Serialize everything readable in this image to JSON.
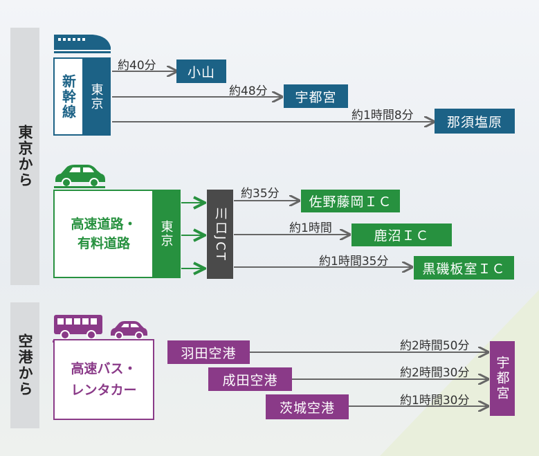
{
  "sections": {
    "tokyo": {
      "label": "東京から"
    },
    "airport": {
      "label": "空港から"
    }
  },
  "shinkansen": {
    "mode_label": "新幹線",
    "origin": "東京",
    "routes": [
      {
        "time": "約40分",
        "destination": "小山"
      },
      {
        "time": "約48分",
        "destination": "宇都宮"
      },
      {
        "time": "約1時間8分",
        "destination": "那須塩原"
      }
    ],
    "icon": "train-icon",
    "color": "#1c6286"
  },
  "highway": {
    "mode_label": "高速道路・有料道路",
    "origin": "東京",
    "junction": "川口JCT",
    "routes": [
      {
        "time": "約35分",
        "destination": "佐野藤岡ＩＣ"
      },
      {
        "time": "約1時間",
        "destination": "鹿沼ＩＣ"
      },
      {
        "time": "約1時間35分",
        "destination": "黒磯板室ＩＣ"
      }
    ],
    "icon": "car-icon",
    "color": "#27913f"
  },
  "airport": {
    "mode_label": "高速バス・レンタカー",
    "destination": "宇都宮",
    "routes": [
      {
        "origin": "羽田空港",
        "time": "約2時間50分"
      },
      {
        "origin": "成田空港",
        "time": "約2時間30分"
      },
      {
        "origin": "茨城空港",
        "time": "約1時間30分"
      }
    ],
    "icons": [
      "bus-icon",
      "car-icon"
    ],
    "color": "#8a3a88"
  }
}
